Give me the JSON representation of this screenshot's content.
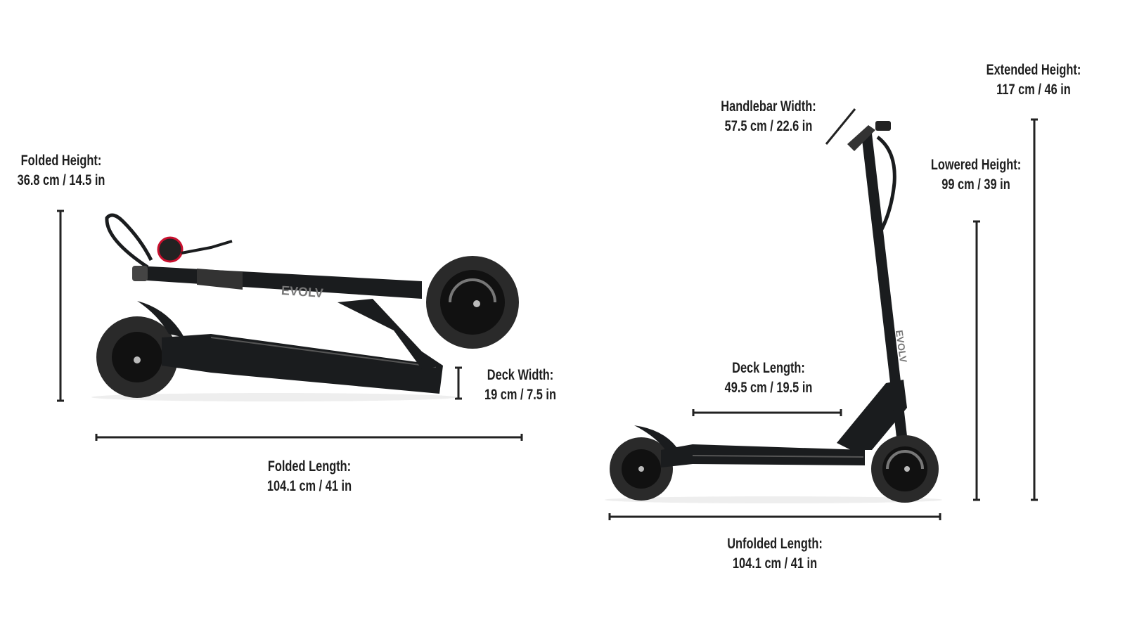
{
  "brand_logo": "EVOLV",
  "colors": {
    "text": "#1e1e1e",
    "dimension_line": "#222222",
    "scooter_body": "#1a1c1e",
    "tire": "#2a2a2a",
    "display_accent": "#c8102e"
  },
  "folded": {
    "height": {
      "title": "Folded Height:",
      "value": "36.8 cm / 14.5 in"
    },
    "deck_width": {
      "title": "Deck Width:",
      "value": "19 cm / 7.5 in"
    },
    "length": {
      "title": "Folded Length:",
      "value": "104.1 cm / 41 in"
    }
  },
  "unfolded": {
    "handlebar_width": {
      "title": "Handlebar Width:",
      "value": "57.5 cm / 22.6 in"
    },
    "extended_height": {
      "title": "Extended Height:",
      "value": "117 cm / 46 in"
    },
    "lowered_height": {
      "title": "Lowered Height:",
      "value": "99 cm / 39 in"
    },
    "deck_length": {
      "title": "Deck Length:",
      "value": "49.5 cm / 19.5 in"
    },
    "length": {
      "title": "Unfolded Length:",
      "value": "104.1 cm / 41 in"
    }
  }
}
